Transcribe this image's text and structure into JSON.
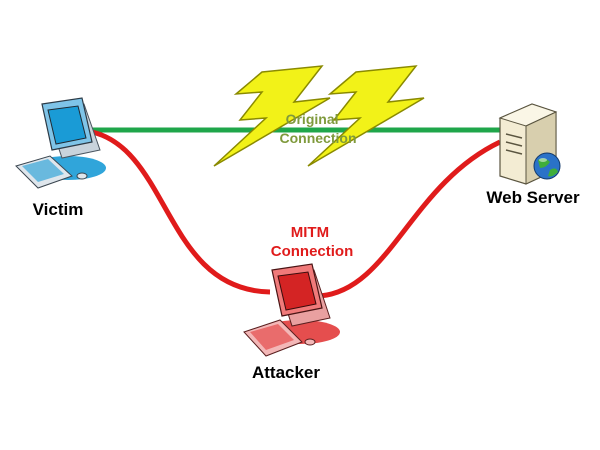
{
  "nodes": {
    "victim": {
      "label": "Victim"
    },
    "web_server": {
      "label": "Web Server"
    },
    "attacker": {
      "label": "Attacker"
    }
  },
  "connections": {
    "original": {
      "label_line1": "Original",
      "label_line2": "Connection",
      "line_color": "#1fa64a",
      "label_color": "#7f9a3c"
    },
    "mitm": {
      "label_line1": "MITM",
      "label_line2": "Connection",
      "line_color": "#e01b1b",
      "label_color": "#e01b1b"
    }
  },
  "icons": {
    "victim": "computer-icon",
    "server": "server-icon",
    "globe": "globe-icon",
    "attacker": "computer-icon",
    "bolt": "lightning-bolt-icon"
  },
  "colors": {
    "bolt_fill": "#f2f218",
    "bolt_stroke": "#8a8a00",
    "victim_screen": "#1a9bd6",
    "attacker_body": "#e23b3b",
    "server_body": "#f3ecd3"
  }
}
